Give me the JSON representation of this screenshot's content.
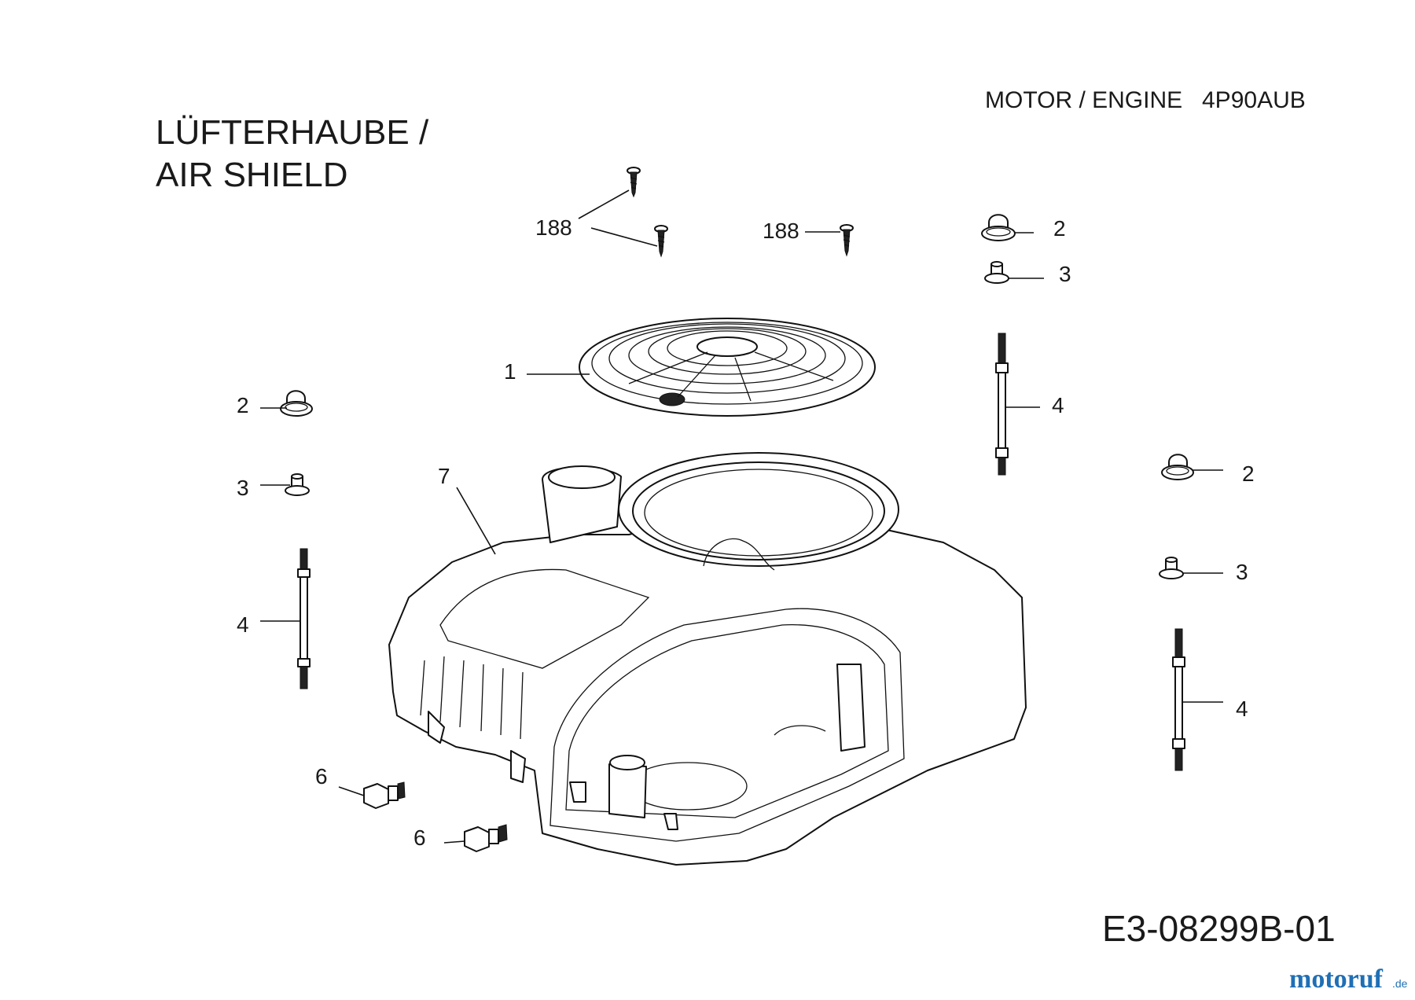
{
  "header": {
    "title_line1": "LÜFTERHAUBE /",
    "title_line2": "AIR SHIELD",
    "engine_label": "MOTOR / ENGINE",
    "engine_model": "4P90AUB"
  },
  "diagram_code": "E3-08299B-01",
  "watermark": {
    "brand": "motoruf",
    "suffix": ".de",
    "colors": {
      "primary": "#1f6fb5",
      "accent": "#e07a10"
    }
  },
  "callouts": [
    {
      "id": "screw-188-a",
      "label": "188"
    },
    {
      "id": "screw-188-b",
      "label": "188"
    },
    {
      "id": "grille",
      "label": "1"
    },
    {
      "id": "cap-nut-left",
      "label": "2"
    },
    {
      "id": "spacer-left",
      "label": "3"
    },
    {
      "id": "stud-left",
      "label": "4"
    },
    {
      "id": "shroud",
      "label": "7"
    },
    {
      "id": "cap-nut-top-right",
      "label": "2"
    },
    {
      "id": "spacer-top-right",
      "label": "3"
    },
    {
      "id": "stud-middle-right",
      "label": "4"
    },
    {
      "id": "cap-nut-far-right",
      "label": "2"
    },
    {
      "id": "spacer-far-right",
      "label": "3"
    },
    {
      "id": "stud-far-right",
      "label": "4"
    },
    {
      "id": "bolt-lower-1",
      "label": "6"
    },
    {
      "id": "bolt-lower-2",
      "label": "6"
    }
  ]
}
